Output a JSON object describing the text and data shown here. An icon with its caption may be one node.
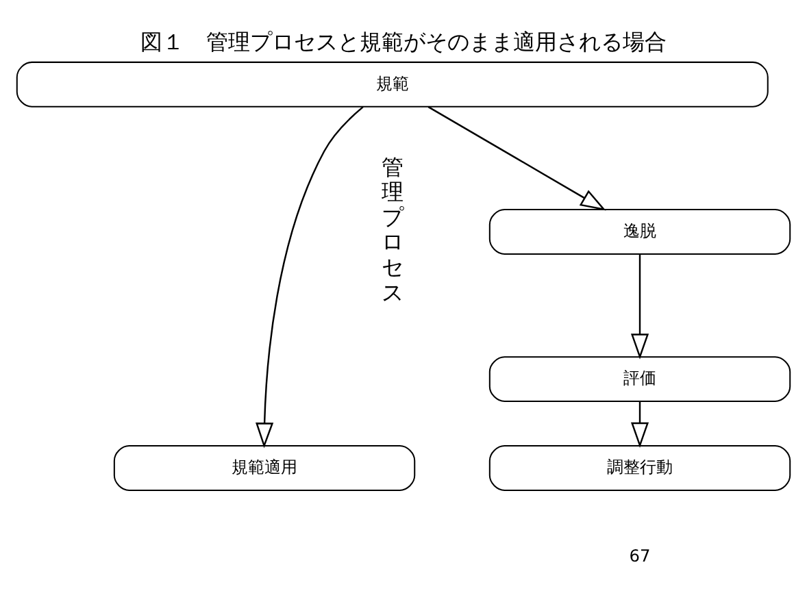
{
  "diagram": {
    "title": "図１　管理プロセスと規範がそのまま適用される場合",
    "nodes": [
      {
        "text": [
          "規範"
        ]
      },
      {
        "text": [
          "逸脱"
        ]
      },
      {
        "text": [
          "評価"
        ]
      },
      {
        "text": [
          "調整行動"
        ]
      },
      {
        "text": [
          "規範適用"
        ]
      }
    ],
    "edges": [
      {
        "from": 0,
        "to": 1,
        "arrow": "to"
      },
      {
        "from": 1,
        "to": 2,
        "arrow": "to"
      },
      {
        "from": 2,
        "to": 3,
        "arrow": "to"
      },
      {
        "from": 0,
        "to": 4,
        "arrow": "to"
      }
    ],
    "labels": [
      "管理プロセス",
      "67"
    ]
  }
}
